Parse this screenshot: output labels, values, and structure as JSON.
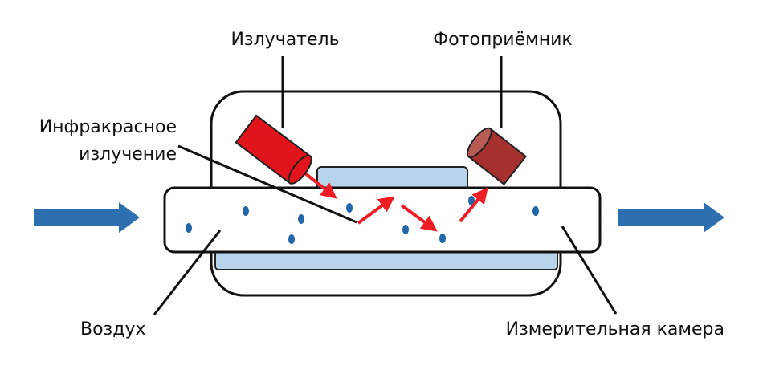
{
  "labels": {
    "emitter": "Излучатель",
    "photodetector": "Фотоприёмник",
    "infrared_line1": "Инфракрасное",
    "infrared_line2": "излучение",
    "air": "Воздух",
    "chamber": "Измерительная камера"
  },
  "colors": {
    "arrow_blue": "#2e6fb0",
    "chamber_fill": "#b8d4ea",
    "particle": "#2066a8",
    "emitter": "#e0141a",
    "photodetector": "#a5302d",
    "ray": "#ee1c24"
  }
}
